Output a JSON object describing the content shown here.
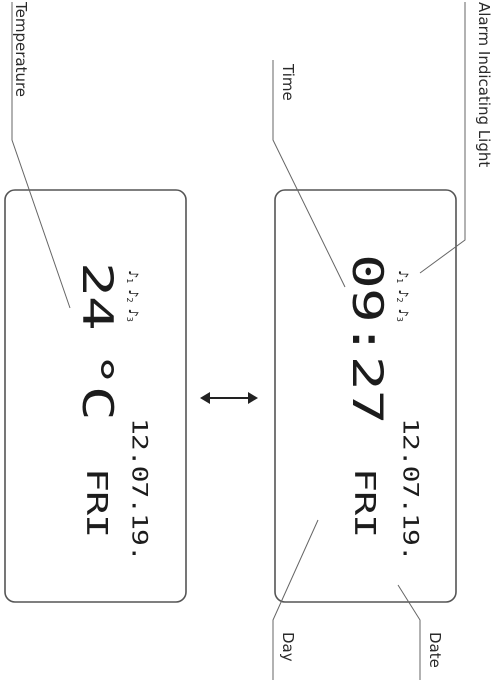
{
  "callouts": {
    "temperature": "Temperature",
    "time": "Time",
    "alarm_light": "Alarm Indicating Light",
    "day": "Day",
    "date": "Date"
  },
  "left_display": {
    "alarm_indicators": [
      "1",
      "2",
      "3"
    ],
    "temperature": "24",
    "temperature_unit": "°C",
    "date": "12.07.19.",
    "day": "FRI"
  },
  "right_display": {
    "alarm_indicators": [
      "1",
      "2",
      "3"
    ],
    "time": "09:27",
    "date": "12.07.19.",
    "day": "FRI"
  },
  "toggle_arrow": "↔"
}
